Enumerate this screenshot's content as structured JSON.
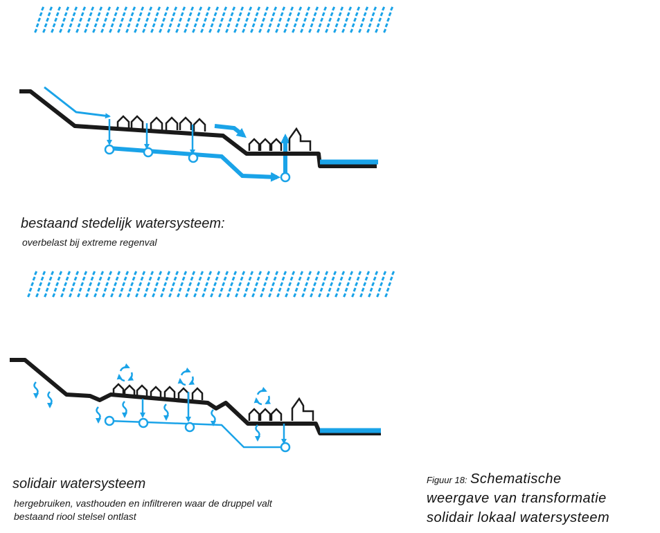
{
  "panel_existing": {
    "title": "bestaand stedelijk watersysteem:",
    "subtitle": "overbelast bij extreme regenval"
  },
  "panel_solidary": {
    "title": "solidair watersysteem",
    "subtitle_line1": "hergebruiken, vasthouden en infiltreren waar de druppel valt",
    "subtitle_line2": "bestaand riool stelsel ontlast"
  },
  "figure_caption": {
    "label": "Figuur 18:",
    "text_line1": "Schematische",
    "text_line2": "weergave van transformatie",
    "text_line3": "solidair lokaal watersysteem"
  },
  "colors": {
    "water_blue": "#1aa3e8",
    "ground_black": "#1a1a1a"
  },
  "icons": [
    "rain-icon",
    "house-icon",
    "church-icon",
    "recycle-icon",
    "infiltration-icon",
    "sewer-node-icon"
  ]
}
